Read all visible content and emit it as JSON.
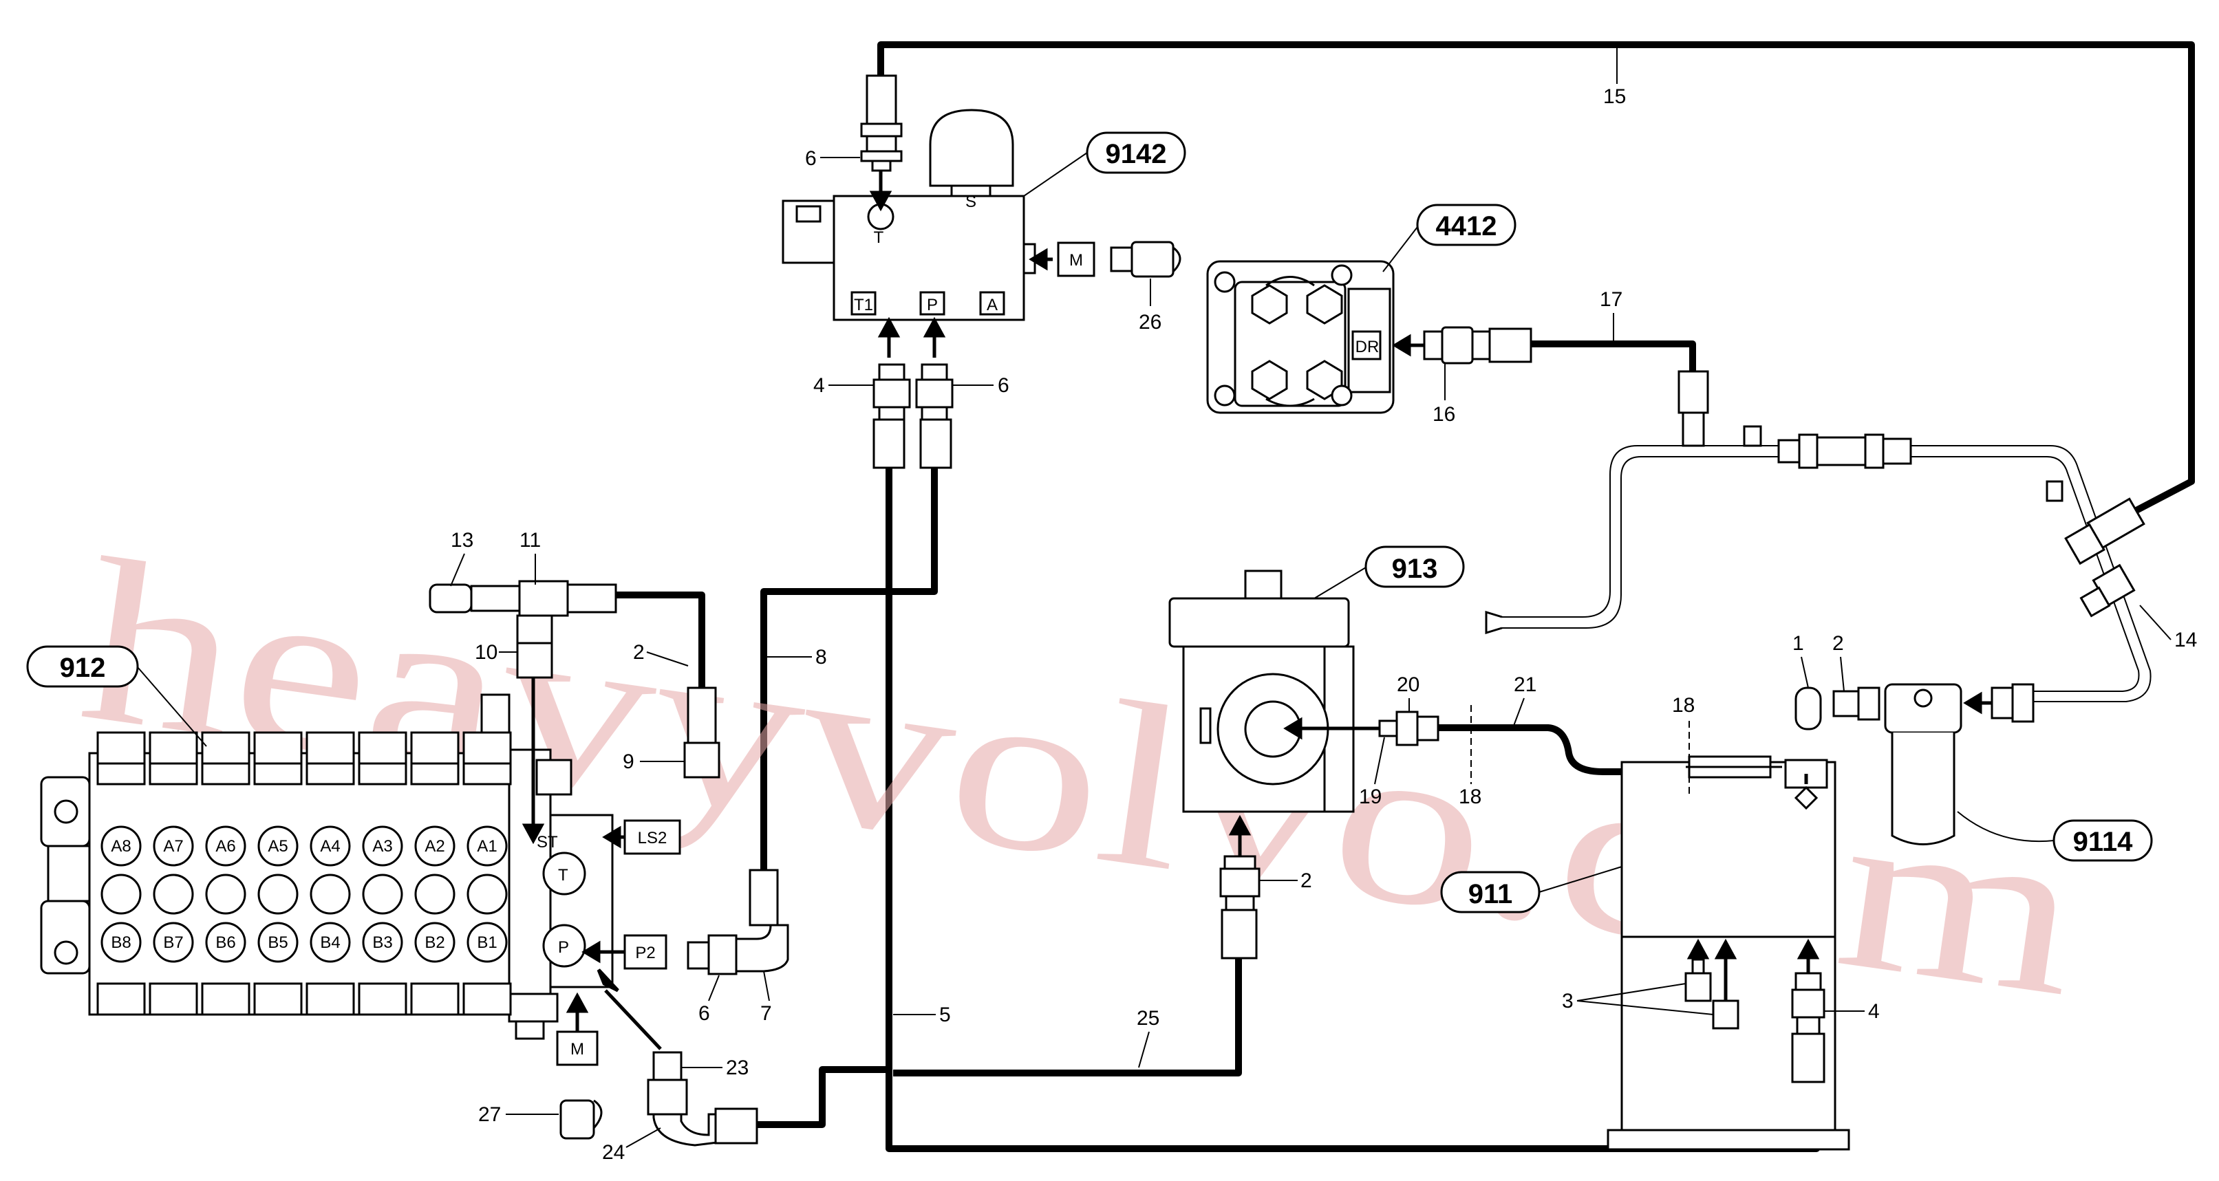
{
  "watermark": "heavyvolvo.com",
  "callouts": {
    "accumulator_valve": "9142",
    "steering_unit": "4412",
    "pump": "913",
    "control_valve": "912",
    "tank": "911",
    "filter": "9114"
  },
  "ports": {
    "tank_port": "T",
    "pressure_port": "P",
    "sensor": "S",
    "outlet_a": "A",
    "return_t1": "T1",
    "measure": "M",
    "measure_lower": "M",
    "drain": "DR",
    "ls2": "LS2",
    "p2": "P2",
    "st": "ST",
    "valve_t": "T",
    "valve_p": "P"
  },
  "sections": {
    "top_row": [
      "A8",
      "A7",
      "A6",
      "A5",
      "A4",
      "A3",
      "A2",
      "A1"
    ],
    "bottom_row": [
      "B8",
      "B7",
      "B6",
      "B5",
      "B4",
      "B3",
      "B2",
      "B1"
    ]
  },
  "item_numbers": {
    "n1": "1",
    "n2a": "2",
    "n2b": "2",
    "n2c": "2",
    "n3": "3",
    "n4a": "4",
    "n4b": "4",
    "n5": "5",
    "n6a": "6",
    "n6b": "6",
    "n6c": "6",
    "n7": "7",
    "n8": "8",
    "n9": "9",
    "n10": "10",
    "n11": "11",
    "n13": "13",
    "n14": "14",
    "n15": "15",
    "n16": "16",
    "n17": "17",
    "n18a": "18",
    "n18b": "18",
    "n19": "19",
    "n20": "20",
    "n21": "21",
    "n23": "23",
    "n24": "24",
    "n25": "25",
    "n26": "26",
    "n27": "27"
  },
  "colors": {
    "line": "#000000",
    "watermark": "#e7a9a9"
  }
}
